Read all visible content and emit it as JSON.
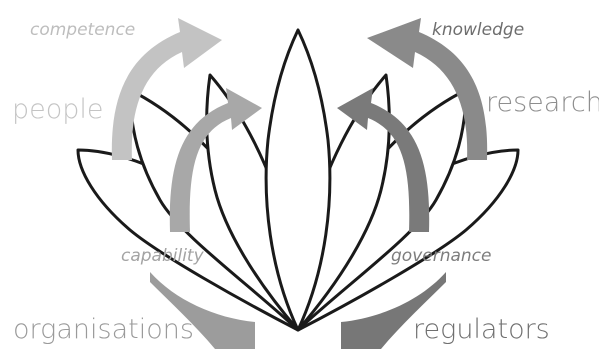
{
  "labels": {
    "people": "people",
    "research": "research",
    "organisations": "organisations",
    "regulators": "regulators",
    "competence": "competence",
    "knowledge": "knowledge",
    "capability": "capability",
    "governance": "governance"
  },
  "colors": {
    "petal_stroke": "#1a1a1a",
    "people_arrow": "#c3c3c3",
    "research_arrow": "#8a8a8a",
    "organisations_arrow": "#a8a8a8",
    "regulators_arrow": "#7a7a7a"
  }
}
